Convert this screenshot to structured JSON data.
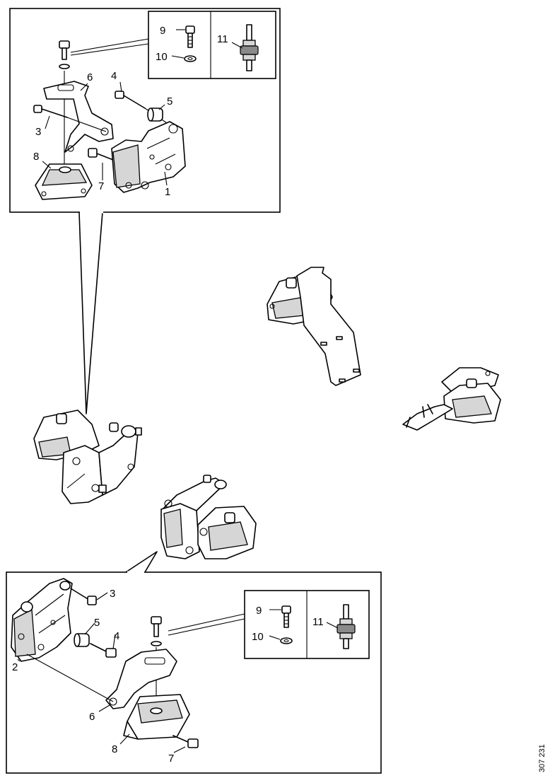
{
  "labels": {
    "top": {
      "n1": "1",
      "n3": "3",
      "n4": "4",
      "n5": "5",
      "n6": "6",
      "n7": "7",
      "n8": "8",
      "n9": "9",
      "n10": "10",
      "n11": "11"
    },
    "bottom": {
      "n2": "2",
      "n3": "3",
      "n4": "4",
      "n5": "5",
      "n6": "6",
      "n7": "7",
      "n8": "8",
      "n9": "9",
      "n10": "10",
      "n11": "11"
    }
  },
  "reference_code": "307 231"
}
